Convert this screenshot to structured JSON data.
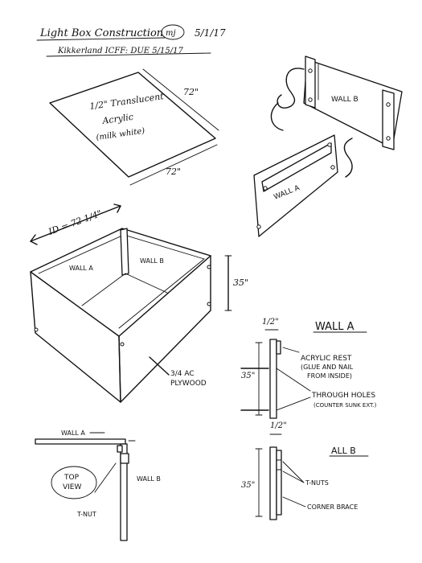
{
  "header": {
    "title": "Light Box Construction",
    "initials": "mj",
    "date": "5/1/17",
    "subtitle": "Kikkerland ICFF: DUE 5/15/17"
  },
  "acrylic_sheet": {
    "dim_top": "72\"",
    "dim_bottom": "72\"",
    "label_line1": "1/2\" Translucent",
    "label_line2": "Acrylic",
    "label_line3": "(milk white)"
  },
  "exploded_view": {
    "wall_b_label": "WALL B",
    "wall_a_label": "WALL A"
  },
  "box": {
    "id_dim": "ID = 72 1/4\"",
    "wall_a_label": "WALL A",
    "wall_b_label": "WALL B",
    "height_dim": "35\"",
    "material_line1": "3/4 AC",
    "material_line2": "PLYWOOD"
  },
  "wall_a_detail": {
    "title": "WALL A",
    "thickness": "1/2\"",
    "height": "35\"",
    "note1_line1": "ACRYLIC REST",
    "note1_line2": "(GLUE AND NAIL",
    "note1_line3": "FROM INSIDE)",
    "note2_line1": "THROUGH HOLES",
    "note2_line2": "(COUNTER SUNK EXT.)"
  },
  "wall_b_detail": {
    "title": "ALL B",
    "thickness": "1/2\"",
    "height": "35\"",
    "note_tnuts": "T-NUTS",
    "note_brace": "CORNER BRACE"
  },
  "top_view": {
    "wall_a_label": "WALL A",
    "wall_b_label": "WALL B",
    "view_line1": "TOP",
    "view_line2": "VIEW",
    "tnut_label": "T-NUT"
  }
}
